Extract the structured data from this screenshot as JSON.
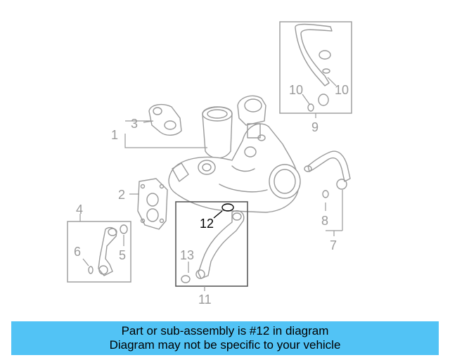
{
  "callouts": {
    "c1": "1",
    "c2": "2",
    "c3": "3",
    "c4": "4",
    "c5": "5",
    "c6": "6",
    "c7": "7",
    "c8": "8",
    "c9": "9",
    "c10a": "10",
    "c10b": "10",
    "c11": "11",
    "c12": "12",
    "c13": "13"
  },
  "highlighted_part": "12",
  "colors": {
    "banner": "#52c3f5",
    "line": "#9a9a9a",
    "highlight": "#000000"
  },
  "banner": {
    "line1": "Part or sub-assembly is #12 in diagram",
    "line2": "Diagram may not be specific to your vehicle"
  }
}
